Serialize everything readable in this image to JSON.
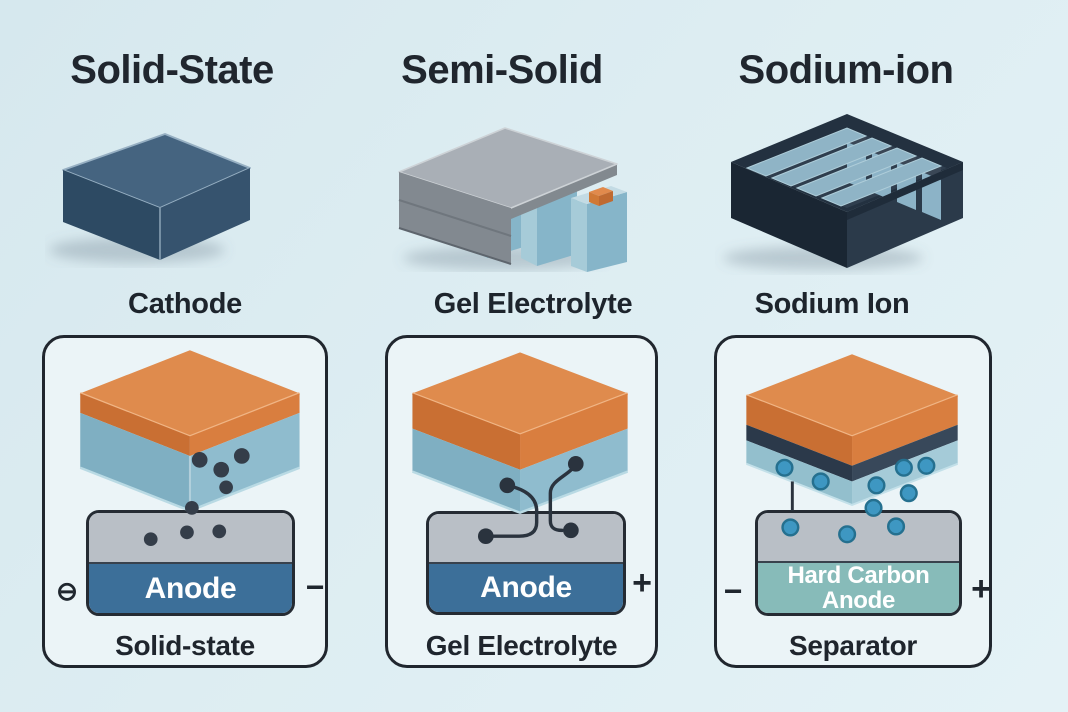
{
  "page": {
    "background": "#DCECF2"
  },
  "columns": [
    {
      "title": "Solid-State",
      "component_label": "Cathode",
      "panel": {
        "electrode_label": "Anode",
        "caption": "Solid-state",
        "left_symbol": "⊖",
        "right_symbol": "−"
      }
    },
    {
      "title": "Semi-Solid",
      "component_label": "Gel Electrolyte",
      "panel": {
        "electrode_label": "Anode",
        "caption": "Gel Electrolyte",
        "right_symbol": "+"
      }
    },
    {
      "title": "Sodium-ion",
      "component_label": "Sodium Ion",
      "panel": {
        "electrode_label": "Hard Carbon Anode",
        "caption": "Separator",
        "left_symbol": "−",
        "right_symbol": "+"
      }
    }
  ],
  "colors": {
    "page_background": "#DCECF2",
    "panel_background": "#EBF4F7",
    "panel_border": "#20262E",
    "title_text": "#20262E",
    "cathode_orange_top": "#DF8B4D",
    "cathode_orange_left": "#C96F33",
    "cathode_orange_right": "#D97E3F",
    "electrolyte_blue_right": "#8FBCCE",
    "electrolyte_blue_left": "#7FAFC2",
    "separator_navy": "#38485A",
    "anode_gray": "#B9BFC6",
    "anode_blue": "#3C6F99",
    "anode_teal": "#87BBB9",
    "particle_dark": "#343D49",
    "sodium_ion_blue": "#3E97C2",
    "wire": "#2A333E",
    "solid_state_cell_blue": "#35536E",
    "semi_solid_casing_gray": "#A9AFB6",
    "semi_solid_cell_blue": "#86B5C9",
    "sodium_tray_navy": "#233140"
  }
}
